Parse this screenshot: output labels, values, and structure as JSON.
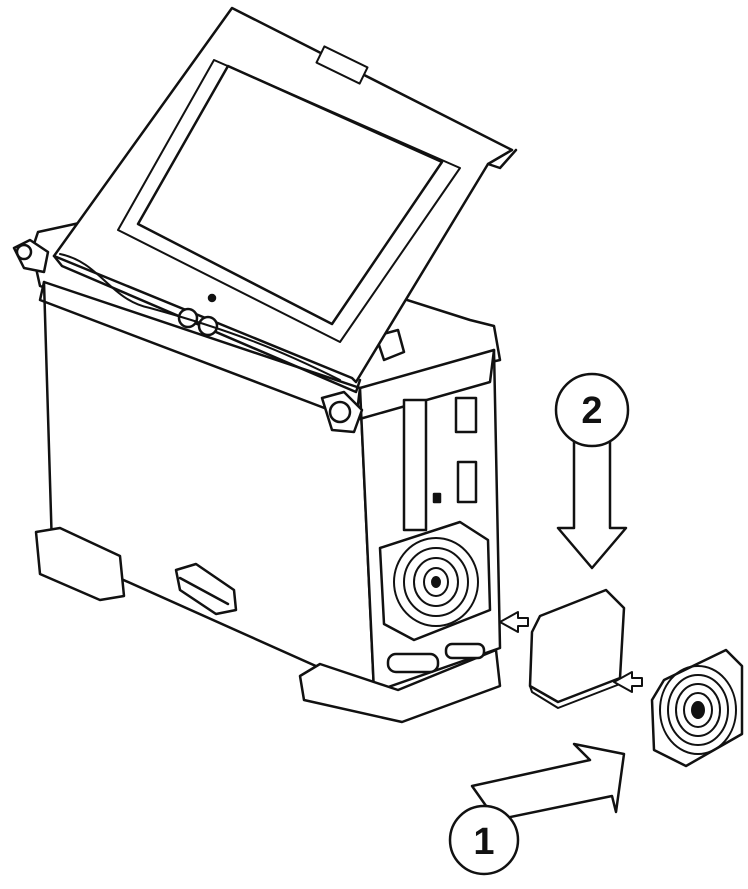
{
  "diagram": {
    "step_labels": [
      "1",
      "2"
    ],
    "colors": {
      "ink": "#111111",
      "paper": "#ffffff",
      "shade": "#d9d9d9"
    },
    "icons": [
      "computer-unit",
      "fan-guard",
      "air-filter",
      "direction-arrow"
    ]
  }
}
